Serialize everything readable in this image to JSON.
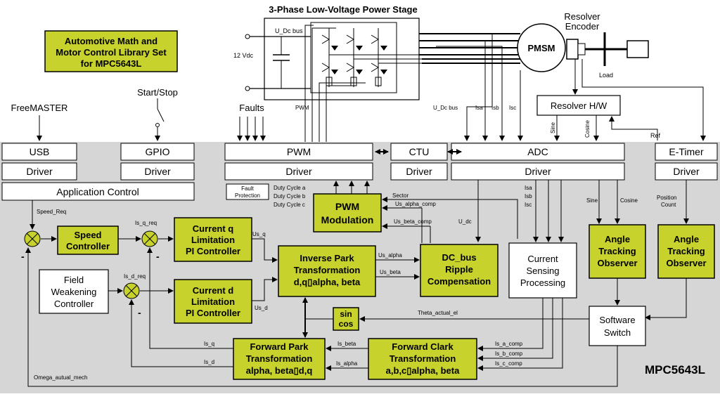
{
  "title_box": {
    "line1": "Automotive Math and",
    "line2": "Motor Control Library Set",
    "line3": "for MPC5643L"
  },
  "power_stage": {
    "title": "3-Phase Low-Voltage Power Stage",
    "udc_bus": "U_Dc bus",
    "supply": "12 Vdc"
  },
  "motor": {
    "pmsm": "PMSM",
    "resolver_l1": "Resolver",
    "resolver_l2": "Encoder",
    "load": "Load"
  },
  "resolver_hw": {
    "label": "Resolver H/W",
    "sine": "Sine",
    "cosine": "Cosine",
    "ref": "Ref"
  },
  "inputs": {
    "freemaster": "FreeMASTER",
    "start_stop": "Start/Stop",
    "faults": "Faults"
  },
  "peripherals": {
    "usb": "USB",
    "gpio": "GPIO",
    "pwm": "PWM",
    "ctu": "CTU",
    "adc": "ADC",
    "etimer": "E-Timer",
    "driver": "Driver",
    "app_control": "Application Control"
  },
  "signals": {
    "pwm": "PWM",
    "udc_bus": "U_Dc bus",
    "isa": "Isa",
    "isb": "Isb",
    "isc": "Isc",
    "fault_prot_l1": "Fault",
    "fault_prot_l2": "Protection",
    "duty_a": "Duty Cycle a",
    "duty_b": "Duty Cycle b",
    "duty_c": "Duty Cycle c",
    "sector": "Sector",
    "us_alpha_comp": "Us_alpha_comp",
    "us_beta_comp": "Us_beta_comp",
    "u_dc": "U_dc",
    "speed_req": "Speed_Req",
    "is_q_req": "Is_q_req",
    "is_d_req": "Is_d_req",
    "us_q": "Us_q",
    "us_d": "Us_d",
    "us_alpha": "Us_alpha",
    "us_beta": "Us_beta",
    "theta": "Theta_actual_el",
    "is_q": "Is_q",
    "is_d": "Is_d",
    "is_beta": "Is_beta",
    "is_alpha": "Is_alpha",
    "is_a_comp": "Is_a_comp",
    "is_b_comp": "Is_b_comp",
    "is_c_comp": "Is_c_comp",
    "omega": "Omega_autual_mech",
    "sine": "Sine",
    "cosine": "Cosine",
    "position": "Position",
    "count": "Count",
    "minus": "-"
  },
  "blocks": {
    "speed_ctrl_l1": "Speed",
    "speed_ctrl_l2": "Controller",
    "field_weak_l1": "Field",
    "field_weak_l2": "Weakening",
    "field_weak_l3": "Controller",
    "cur_q_l1": "Current q",
    "cur_q_l2": "Limitation",
    "cur_q_l3": "PI Controller",
    "cur_d_l1": "Current d",
    "cur_d_l2": "Limitation",
    "cur_d_l3": "PI Controller",
    "pwm_mod_l1": "PWM",
    "pwm_mod_l2": "Modulation",
    "inv_park_l1": "Inverse Park",
    "inv_park_l2": "Transformation",
    "inv_park_l3": "d,q▯alpha, beta",
    "dcbus_l1": "DC_bus",
    "dcbus_l2": "Ripple",
    "dcbus_l3": "Compensation",
    "cur_sense_l1": "Current",
    "cur_sense_l2": "Sensing",
    "cur_sense_l3": "Processing",
    "ato1_l1": "Angle",
    "ato1_l2": "Tracking",
    "ato1_l3": "Observer",
    "ato2_l1": "Angle",
    "ato2_l2": "Tracking",
    "ato2_l3": "Observer",
    "sincos_l1": "sin",
    "sincos_l2": "cos",
    "sw_switch_l1": "Software",
    "sw_switch_l2": "Switch",
    "fwd_park_l1": "Forward Park",
    "fwd_park_l2": "Transformation",
    "fwd_park_l3": "alpha, beta▯d,q",
    "fwd_clark_l1": "Forward Clark",
    "fwd_clark_l2": "Transformation",
    "fwd_clark_l3": "a,b,c▯alpha, beta"
  },
  "chip_label": "MPC5643L",
  "colors": {
    "accent_block": "#c8d22c",
    "mcu_background": "#d6d6d6"
  }
}
